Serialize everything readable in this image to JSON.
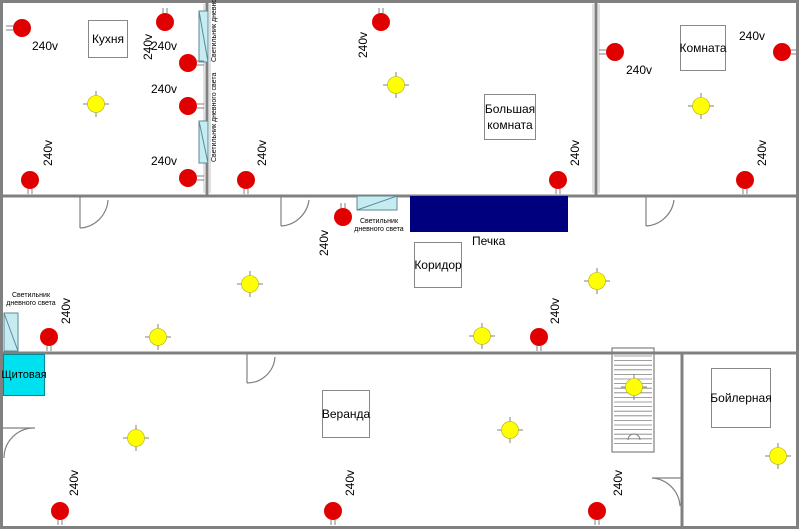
{
  "rooms": {
    "kitchen": "Кухня",
    "big_room": "Большая комната",
    "room": "Комната",
    "corridor": "Коридор",
    "veranda": "Веранда",
    "boiler": "Бойлерная",
    "panel": "Щитовая"
  },
  "stove": "Печка",
  "voltage": "240v",
  "fluorescent": "Светильник дневного света",
  "colors": {
    "socket": "#e00000",
    "lamp": "#ffff00",
    "stove": "#00007f",
    "panel": "#00e1ef",
    "fluorescent": "#c6ecf2",
    "wall": "#808080"
  }
}
